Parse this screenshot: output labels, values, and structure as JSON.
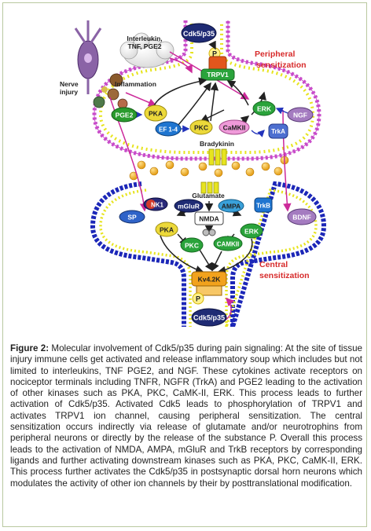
{
  "figure": {
    "labels": {
      "interleukin": "Interleukin,",
      "tnf_pge2": "TNF, PGE2",
      "nerve": "Nerve",
      "injury": "injury",
      "inflammation": "Inflammation",
      "cdk5_top": "Cdk5/p35",
      "p_top": "P",
      "trpv1": "TRPV1",
      "peripheral1": "Peripheral",
      "peripheral2": "sensitization",
      "pge2": "PGE2",
      "pka_top": "PKA",
      "erk_top": "ERK",
      "ngf": "NGF",
      "ef14": "EF 1-4",
      "pkc_top": "PKC",
      "camkii_top": "CaMKII",
      "trka": "TrkA",
      "bradykinin": "Bradykinin",
      "glutamate": "Glutamate",
      "sp": "SP",
      "nk1": "NK1",
      "mglur": "mGluR",
      "ampa": "AMPA",
      "trkb": "TrkB",
      "bdnf": "BDNF",
      "nmda": "NMDA",
      "pka_bot": "PKA",
      "erk_bot": "ERK",
      "pkc_bot": "PKC",
      "camkii_bot": "CAMKII",
      "kv42k": "Kv4.2K",
      "p_bot": "P",
      "cdk5_bot": "Cdk5/p35",
      "central1": "Central",
      "central2": "sensitization"
    }
  },
  "caption": {
    "label": "Figure 2:",
    "text": " Molecular involvement of Cdk5/p35 during pain signaling: At the site of tissue injury immune cells get activated and release inflammatory soup which includes but not limited to interleukins, TNF PGE2, and NGF.  These cytokines activate receptors on nociceptor terminals including TNFR, NGFR (TrkA) and PGE2 leading to the activation of other kinases such as PKA, PKC, CaMK-II, ERK. This process leads to further activation of Cdk5/p35.  Activated Cdk5 leads to phosphorylation of TRPV1 and activates TRPV1 ion channel, causing peripheral sensitization.  The central sensitization occurs indirectly via release of glutamate and/or neurotrophins from peripheral neurons or directly by the release of the substance P.  Overall this process leads to the activation of NMDA, AMPA, mGluR and TrkB receptors by corresponding ligands and further activating downstream kinases such as PKA, PKC, CaMK-II, ERK.  This process further activates the Cdk5/p35 in postsynaptic dorsal horn neurons which modulates the activity of other ion channels by their by posttranslational modification."
  }
}
